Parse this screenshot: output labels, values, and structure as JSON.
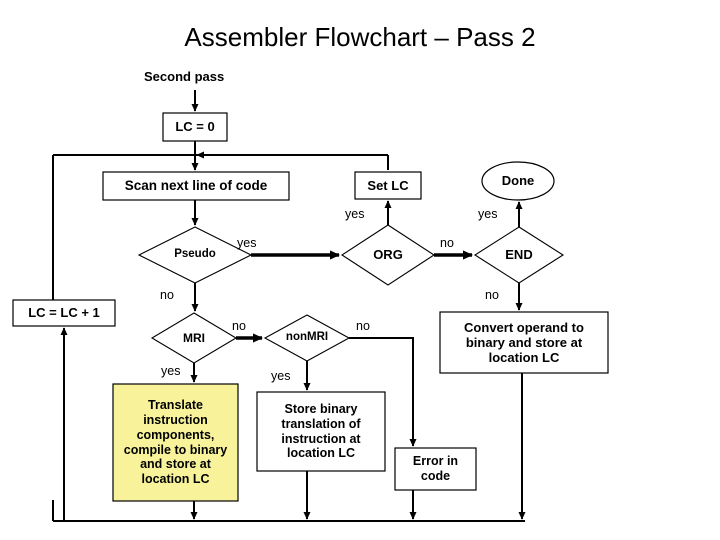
{
  "slide": {
    "title": "Assembler Flowchart – Pass 2",
    "background_color": "#ffffff",
    "highlight_color": "#f8f39a",
    "line_color": "#000000"
  },
  "labels": {
    "second_pass": "Second pass"
  },
  "nodes": {
    "lc_zero": {
      "text": "LC = 0",
      "shape": "process"
    },
    "scan_line": {
      "text": "Scan next line of code",
      "shape": "process"
    },
    "set_lc": {
      "text": "Set LC",
      "shape": "process"
    },
    "done": {
      "text": "Done",
      "shape": "terminator"
    },
    "pseudo": {
      "text": "Pseudo",
      "shape": "decision"
    },
    "org": {
      "text": "ORG",
      "shape": "decision"
    },
    "end": {
      "text": "END",
      "shape": "decision"
    },
    "lc_increment": {
      "text": "LC = LC + 1",
      "shape": "process"
    },
    "mri": {
      "text": "MRI",
      "shape": "decision"
    },
    "nonmri": {
      "text": "nonMRI",
      "shape": "decision"
    },
    "convert_operand": {
      "line1": "Convert operand to",
      "line2": "binary and store at",
      "line3": "location LC",
      "shape": "process"
    },
    "translate_instruction": {
      "line1": "Translate",
      "line2": "instruction",
      "line3": "components,",
      "line4": "compile to binary",
      "line5": "and store at",
      "line6": "location LC",
      "shape": "process",
      "fill": "#f8f39a"
    },
    "store_binary": {
      "line1": "Store binary",
      "line2": "translation of",
      "line3": "instruction at",
      "line4": "location LC",
      "shape": "process"
    },
    "error_in_code": {
      "line1": "Error in",
      "line2": "code",
      "shape": "process"
    }
  },
  "edge_labels": {
    "pseudo_yes": "yes",
    "pseudo_no": "no",
    "org_yes": "yes",
    "org_no": "no",
    "end_yes": "yes",
    "end_no": "no",
    "mri_no": "no",
    "mri_yes": "yes",
    "nonmri_no": "no",
    "nonmri_yes": "yes"
  }
}
